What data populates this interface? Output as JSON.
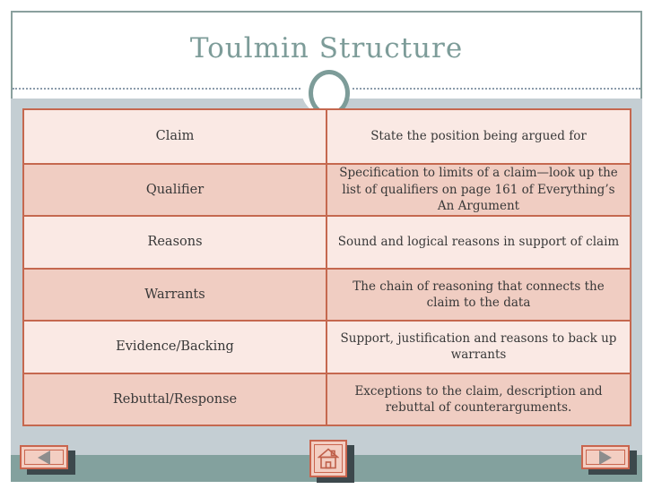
{
  "slide": {
    "title": "Toulmin Structure",
    "table": {
      "rows": [
        {
          "term": "Claim",
          "definition": "State the position being argued for"
        },
        {
          "term": "Qualifier",
          "definition": "Specification to limits of a claim—look up the list of qualifiers on page 161 of Everything’s An Argument"
        },
        {
          "term": "Reasons",
          "definition": "Sound and logical reasons in support of claim"
        },
        {
          "term": "Warrants",
          "definition": "The chain of reasoning that connects the claim to the data"
        },
        {
          "term": "Evidence/Backing",
          "definition": "Support, justification and reasons to back up warrants"
        },
        {
          "term": "Rebuttal/Response",
          "definition": "Exceptions to the claim, description and rebuttal of counterarguments."
        }
      ]
    },
    "nav": {
      "back": {
        "icon": "back-arrow-icon"
      },
      "home": {
        "icon": "home-icon"
      },
      "forward": {
        "icon": "forward-arrow-icon"
      }
    },
    "colors": {
      "title_teal": "#7d9c99",
      "panel_gray_blue": "#c4ced3",
      "footer_teal": "#83a19e",
      "table_border_salmon": "#c5684f",
      "row_light_pink": "#fae9e4",
      "row_dark_pink": "#f0cdc2",
      "button_fill": "#f3cec2",
      "button_border": "#c9654e",
      "button_shadow": "#3c484c",
      "text": "#383838"
    }
  }
}
